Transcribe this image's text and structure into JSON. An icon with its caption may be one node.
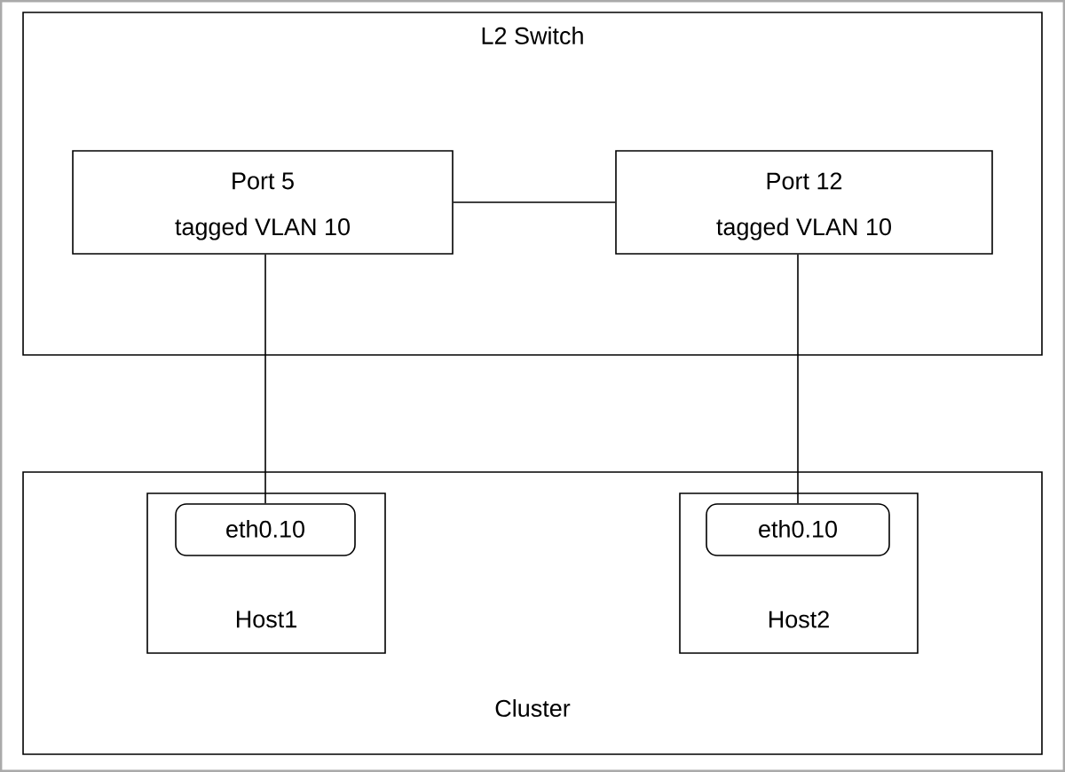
{
  "diagram": {
    "nodes": [
      {
        "text": [
          "L2 Switch"
        ]
      },
      {
        "text": [
          "Port 5",
          "tagged VLAN 10"
        ],
        "in": 0
      },
      {
        "text": [
          "Port 12",
          "tagged VLAN 10"
        ],
        "in": 0
      },
      {
        "text": [
          "Cluster"
        ]
      },
      {
        "text": [
          "Host1"
        ],
        "in": 3
      },
      {
        "text": [
          "eth0.10"
        ],
        "in": 4
      },
      {
        "text": [
          "Host2"
        ],
        "in": 3
      },
      {
        "text": [
          "eth0.10"
        ],
        "in": 6
      }
    ],
    "edges": [
      {
        "from": 1,
        "to": 2,
        "arrow": "none"
      },
      {
        "from": 1,
        "to": 5,
        "arrow": "none"
      },
      {
        "from": 2,
        "to": 7,
        "arrow": "none"
      }
    ]
  }
}
